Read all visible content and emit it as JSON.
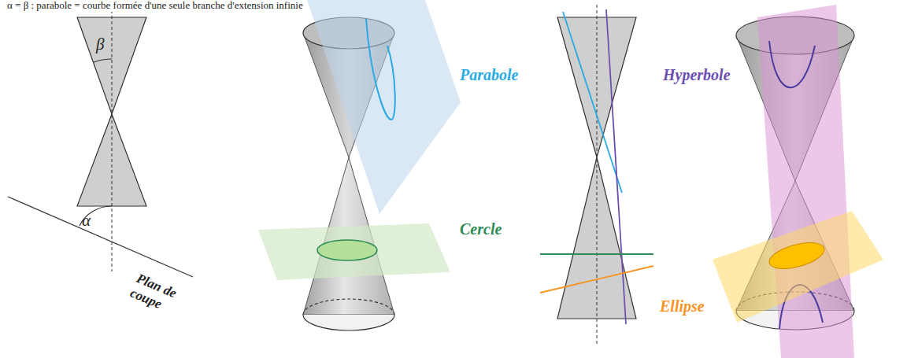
{
  "diagram": {
    "labels": [
      "α = β : parabole = courbe formée d'une seule branche d'extension infinie",
      "β",
      "α",
      "Plan de coupe",
      "Parabole",
      "Cercle",
      "Hyperbole",
      "Ellipse"
    ]
  }
}
